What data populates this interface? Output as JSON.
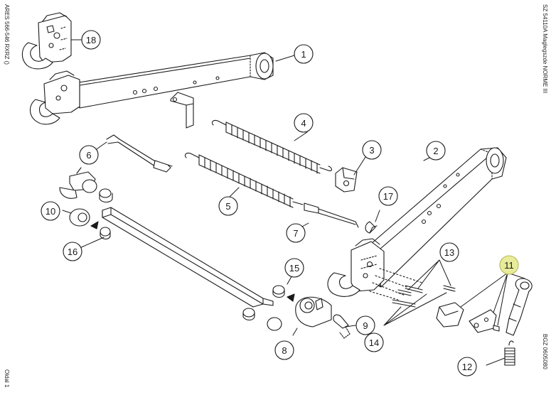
{
  "margin": {
    "left_top": "ARES 566-546 RXRZ ()",
    "left_bottom": "Oldal 1",
    "right_top": "SZ 54110A  Maglegszde NORME III",
    "right_bottom": "BGZ 0605080"
  },
  "callouts": [
    {
      "id": "1",
      "label": "1"
    },
    {
      "id": "2",
      "label": "2"
    },
    {
      "id": "3",
      "label": "3"
    },
    {
      "id": "4",
      "label": "4"
    },
    {
      "id": "5",
      "label": "5"
    },
    {
      "id": "6",
      "label": "6"
    },
    {
      "id": "7",
      "label": "7"
    },
    {
      "id": "8",
      "label": "8"
    },
    {
      "id": "9",
      "label": "9"
    },
    {
      "id": "10",
      "label": "10"
    },
    {
      "id": "11",
      "label": "11",
      "highlighted": true
    },
    {
      "id": "12",
      "label": "12"
    },
    {
      "id": "13",
      "label": "13"
    },
    {
      "id": "14",
      "label": "14"
    },
    {
      "id": "15",
      "label": "15"
    },
    {
      "id": "16",
      "label": "16"
    },
    {
      "id": "17",
      "label": "17"
    },
    {
      "id": "18",
      "label": "18"
    }
  ],
  "colors": {
    "line": "#1a1a1a",
    "highlight": "#e8ec9a",
    "highlight_stroke": "#b8b85a"
  }
}
